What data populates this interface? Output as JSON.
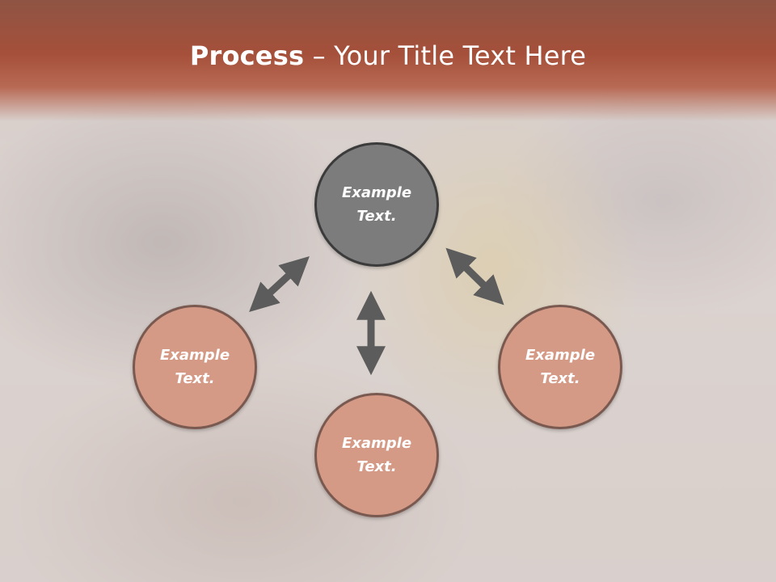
{
  "slide": {
    "title_bold": "Process",
    "title_rest": " – Your Title Text Here"
  },
  "nodes": {
    "top": "Example\nText.",
    "left": "Example\nText.",
    "right": "Example\nText.",
    "bottom": "Example\nText."
  },
  "colors": {
    "title_band": "#a5503a",
    "top_node": "#7c7c7c",
    "side_nodes": "#d59a86",
    "arrows": "#5c5c5c"
  }
}
